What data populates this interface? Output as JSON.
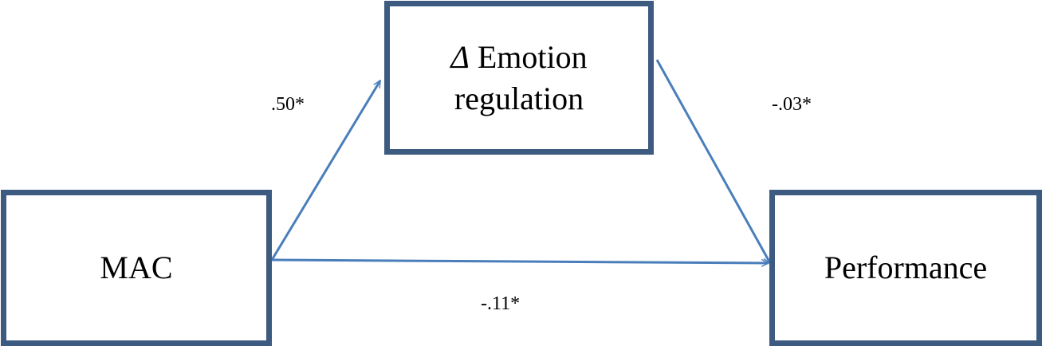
{
  "nodes": {
    "predictor": {
      "label": "MAC"
    },
    "mediator": {
      "symbol": "Δ",
      "line1": "Emotion",
      "line2": "regulation"
    },
    "outcome": {
      "label": "Performance"
    }
  },
  "paths": {
    "a": {
      "from": "predictor",
      "to": "mediator",
      "coefficient": ".50*"
    },
    "b": {
      "from": "mediator",
      "to": "outcome",
      "coefficient": "-.03*"
    },
    "c": {
      "from": "predictor",
      "to": "outcome",
      "coefficient": "-.11*"
    }
  },
  "colors": {
    "box_border": "#3d5a80",
    "arrow": "#4a7ebb",
    "text": "#000000"
  }
}
